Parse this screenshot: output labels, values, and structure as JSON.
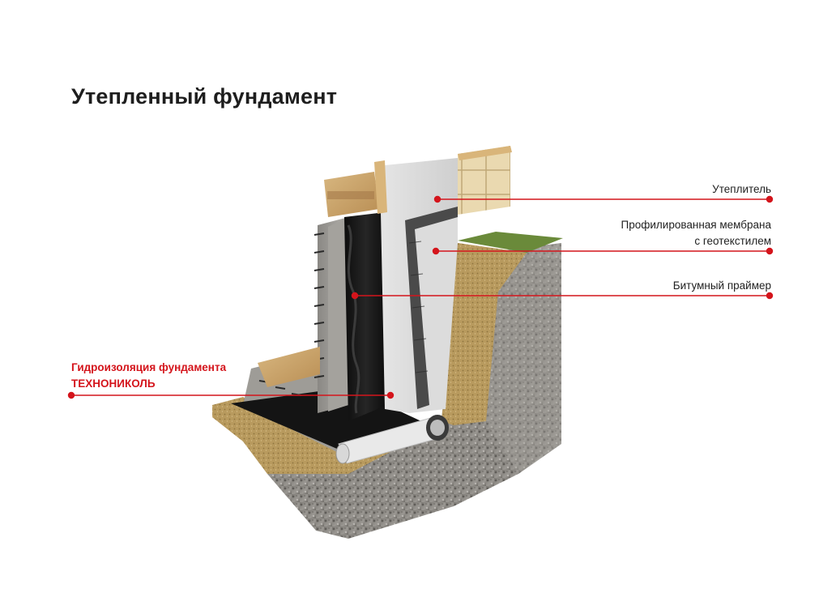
{
  "title": "Утепленный фундамент",
  "accent_color": "#d4151c",
  "labels": {
    "insulation": "Утеплитель",
    "membrane_line1": "Профилированная мембрана",
    "membrane_line2": "с геотекстилем",
    "primer": "Битумный праймер",
    "waterproofing_line1": "Гидроизоляция фундамента",
    "waterproofing_line2": "ТЕХНОНИКОЛЬ"
  }
}
